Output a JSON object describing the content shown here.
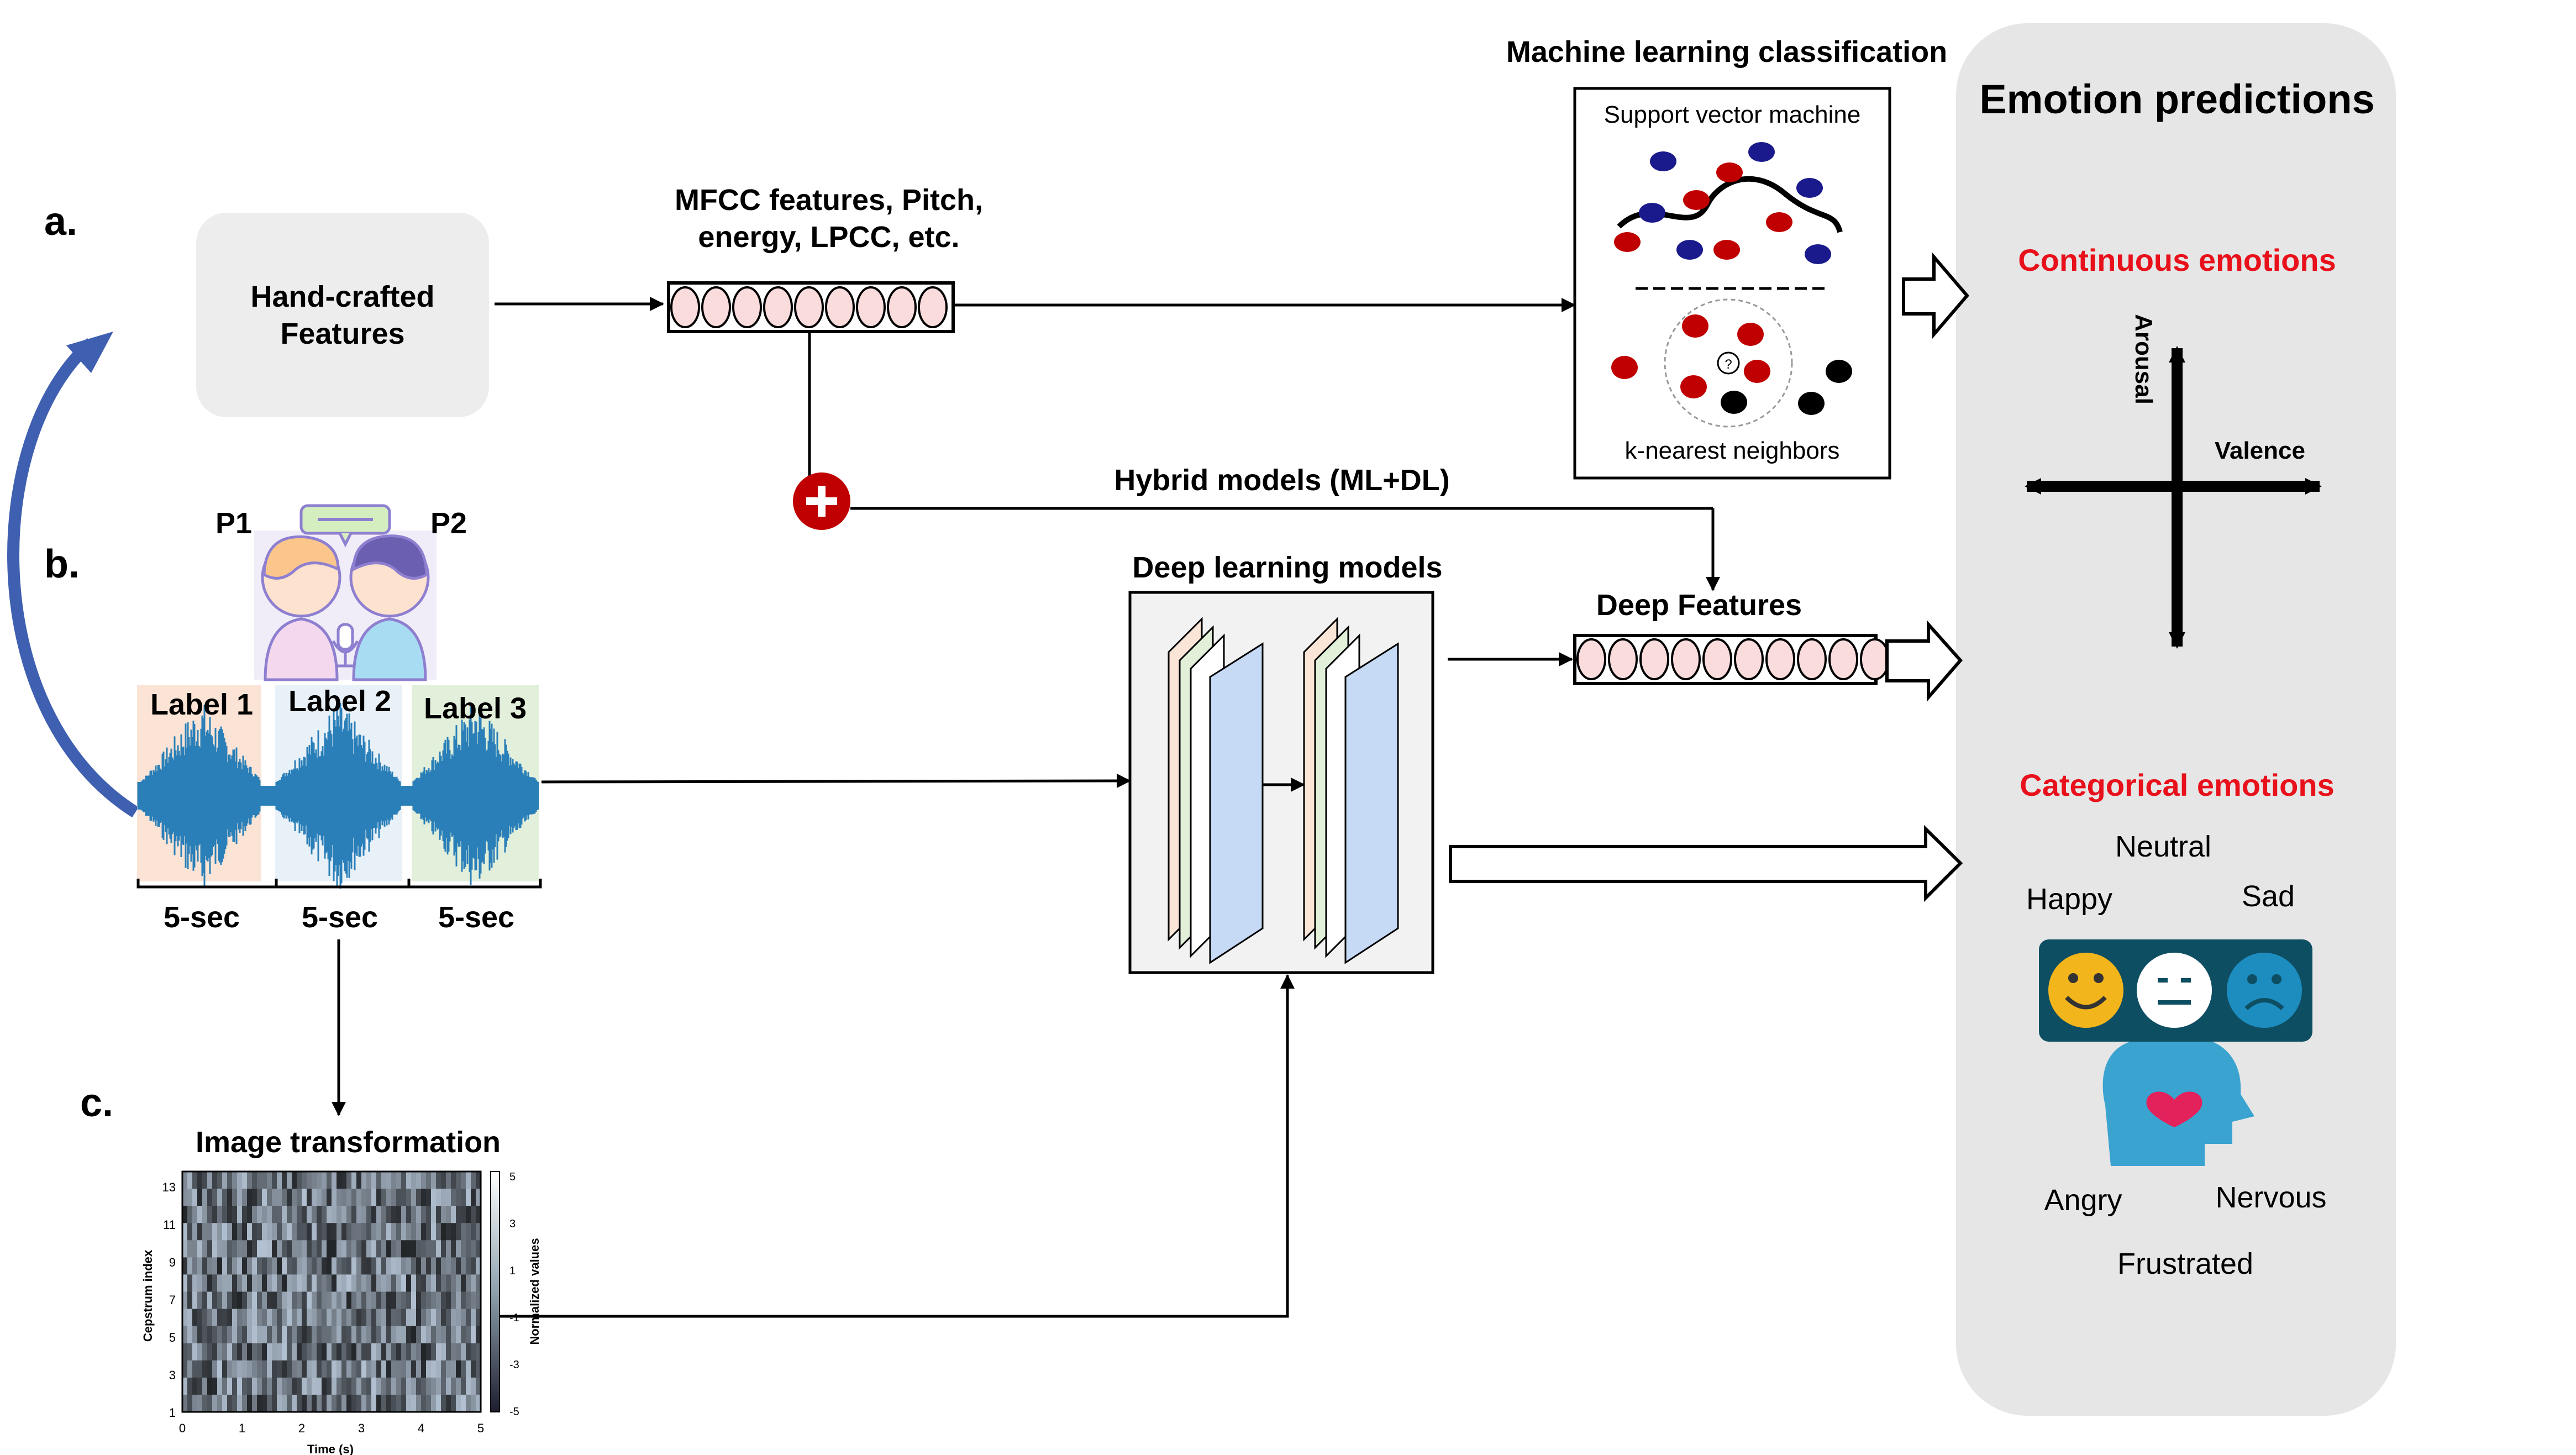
{
  "labels": {
    "a": "a.",
    "b": "b.",
    "c": "c.",
    "handcrafted": [
      "Hand-crafted",
      "Features"
    ],
    "mfcc": [
      "MFCC features, Pitch,",
      "energy, LPCC, etc."
    ],
    "ml_classification": "Machine learning  classification",
    "svm": "Support vector machine",
    "knn": "k-nearest neighbors",
    "hybrid": "Hybrid models (ML+DL)",
    "dl_models": "Deep learning models",
    "deep_features": "Deep Features",
    "p1": "P1",
    "p2": "P2",
    "segments": [
      {
        "label": "Label 1",
        "duration": "5-sec"
      },
      {
        "label": "Label 2",
        "duration": "5-sec"
      },
      {
        "label": "Label 3",
        "duration": "5-sec"
      }
    ],
    "image_transformation": "Image transformation",
    "knn_query": "?"
  },
  "emotion_panel": {
    "title": "Emotion predictions",
    "continuous": "Continuous  emotions",
    "arousal": "Arousal",
    "valence": "Valence",
    "categorical": "Categorical   emotions",
    "categories": [
      "Neutral",
      "Happy",
      "Sad",
      "Angry",
      "Nervous",
      "Frustrated"
    ]
  },
  "spectrogram": {
    "ylabel": "Cepstrum index",
    "xlabel": "Time (s)",
    "colorbar_label": "Normalized values",
    "y_ticks": [
      "13",
      "11",
      "9",
      "7",
      "5",
      "3",
      "1"
    ],
    "x_ticks": [
      "0",
      "1",
      "2",
      "3",
      "4",
      "5"
    ],
    "colorbar_ticks": [
      "5",
      "3",
      "1",
      "-1",
      "-3",
      "-5"
    ]
  },
  "colors": {
    "accent_red": "#e8101a",
    "plus_red": "#c00000",
    "svm_red": "#c00000",
    "svm_blue": "#1a1a8c",
    "panel_gray": "#e6e6e6",
    "wave_blue": "#2a7fb8",
    "arrow_blue": "#4472c4"
  }
}
